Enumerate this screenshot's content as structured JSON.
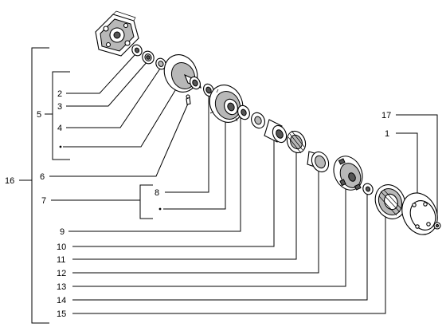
{
  "labels": {
    "l1": "1",
    "l2": "2",
    "l3": "3",
    "l4": "4",
    "l5": "5",
    "l6": "6",
    "l7": "7",
    "l8": "8",
    "l9": "9",
    "l10": "10",
    "l11": "11",
    "l12": "12",
    "l13": "13",
    "l14": "14",
    "l15": "15",
    "l16": "16",
    "l17": "17"
  }
}
